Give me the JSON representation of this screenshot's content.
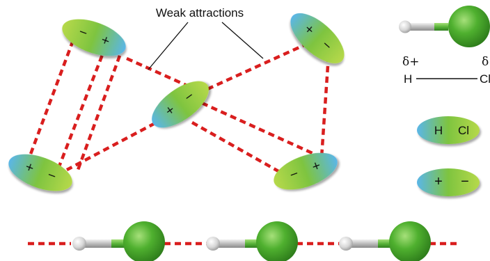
{
  "annotation": {
    "title": "Weak attractions"
  },
  "dipoles": [
    {
      "id": "top-left",
      "left": "−",
      "right": "+"
    },
    {
      "id": "center",
      "left": "+",
      "right": "−"
    },
    {
      "id": "top-right",
      "left": "+",
      "right": "−"
    },
    {
      "id": "bottom-left",
      "left": "+",
      "right": "−"
    },
    {
      "id": "bottom-right",
      "left": "−",
      "right": "+"
    }
  ],
  "legend": {
    "delta_plus": "δ+",
    "delta_minus": "δ−",
    "bond_h": "H",
    "bond_cl": "Cl",
    "ellipse_h": "H",
    "ellipse_cl": "Cl",
    "sign_plus": "+",
    "sign_minus": "−"
  },
  "colors": {
    "positive_end": "#5ab6e8",
    "negative_end": "#8cc83a",
    "dashed_line": "#d91e1e",
    "chlorine": "#4aa82c",
    "hydrogen": "#e8e8e8"
  }
}
